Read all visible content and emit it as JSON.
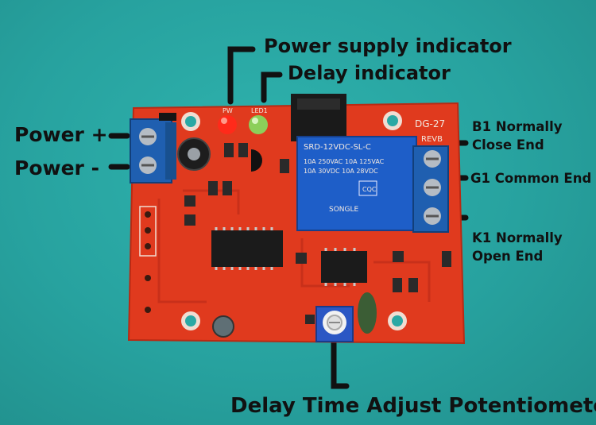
{
  "labels": {
    "power_supply_indicator": "Power supply indicator",
    "delay_indicator": "Delay indicator",
    "power_plus": "Power +",
    "power_minus": "Power -",
    "b1_line1": "B1 Normally",
    "b1_line2": "Close End",
    "g1": "G1 Common End",
    "k1_line1": "K1 Normally",
    "k1_line2": "Open End",
    "potentiometer": "Delay Time Adjust Potentiometer"
  },
  "silkscreen": {
    "board_model": "DG-27",
    "board_rev": "REVB",
    "pw": "PW",
    "led1": "LED1",
    "relay_model": "SRD-12VDC-SL-C",
    "relay_brand": "SONGLE"
  },
  "colors": {
    "background": "#2aa8a4",
    "pcb": "#e03a1e",
    "terminal_blue": "#1f5fb0",
    "relay_blue": "#1e5ec8",
    "power_led": "#ff2a1a",
    "delay_led": "#8ccf5a"
  }
}
